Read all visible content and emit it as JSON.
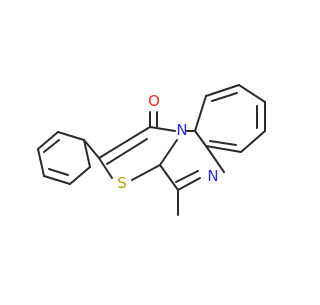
{
  "molecule": {
    "atoms": {
      "oxygen": "O",
      "nitrogen_bridge": "N",
      "nitrogen_imine": "N",
      "sulfur": "S"
    },
    "colors": {
      "bond": "#2b2b2b",
      "oxygen": "#ff2a1a",
      "nitrogen": "#2a2ae6",
      "sulfur": "#b3a300"
    }
  }
}
